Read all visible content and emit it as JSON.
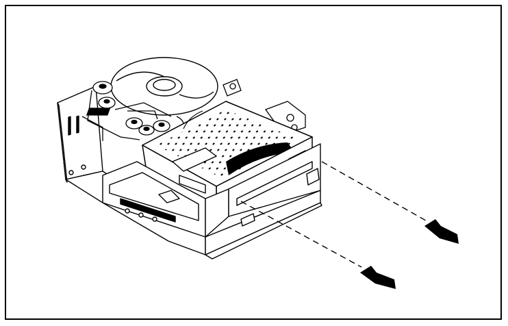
{
  "figure": {
    "subject": "tape-drive-cartridge-ejection",
    "ink_color": "#000000",
    "paper_color": "#ffffff",
    "arrows": [
      {
        "name": "upper-eject-direction",
        "style": "dashed-with-solid-head"
      },
      {
        "name": "lower-eject-direction",
        "style": "dashed-with-solid-head"
      }
    ]
  }
}
